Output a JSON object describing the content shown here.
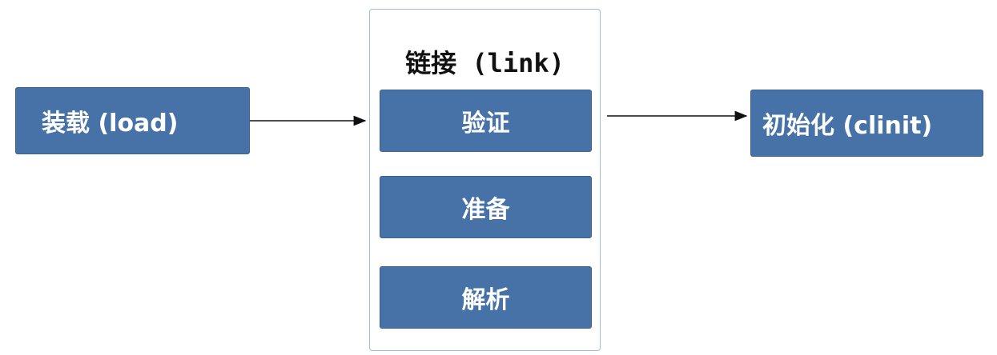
{
  "diagram": {
    "load_label": "装载 (load)",
    "link_title": "链接 (link)",
    "link_steps": [
      "验证",
      "准备",
      "解析"
    ],
    "init_label": "初始化 (clinit)"
  },
  "colors": {
    "box_fill": "#4672a7",
    "box_text": "#ffffff",
    "container_border": "#9dbdd8",
    "arrow": "#111111"
  }
}
